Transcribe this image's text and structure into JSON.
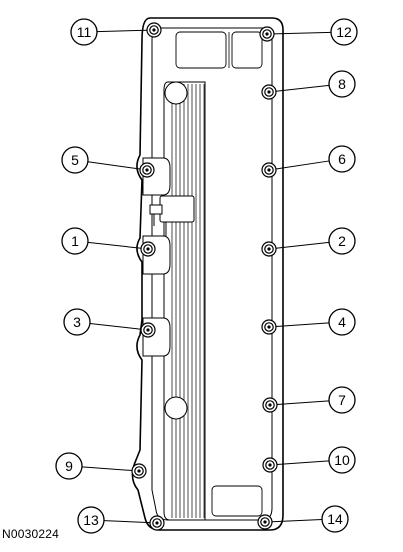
{
  "figure": {
    "id": "N0030224",
    "callouts": [
      {
        "label": "11"
      },
      {
        "label": "12"
      },
      {
        "label": "8"
      },
      {
        "label": "5"
      },
      {
        "label": "6"
      },
      {
        "label": "1"
      },
      {
        "label": "2"
      },
      {
        "label": "3"
      },
      {
        "label": "4"
      },
      {
        "label": "7"
      },
      {
        "label": "9"
      },
      {
        "label": "10"
      },
      {
        "label": "13"
      },
      {
        "label": "14"
      }
    ]
  },
  "colors": {
    "line": "#000000",
    "fill": "#ffffff",
    "hatch": "#555555"
  }
}
